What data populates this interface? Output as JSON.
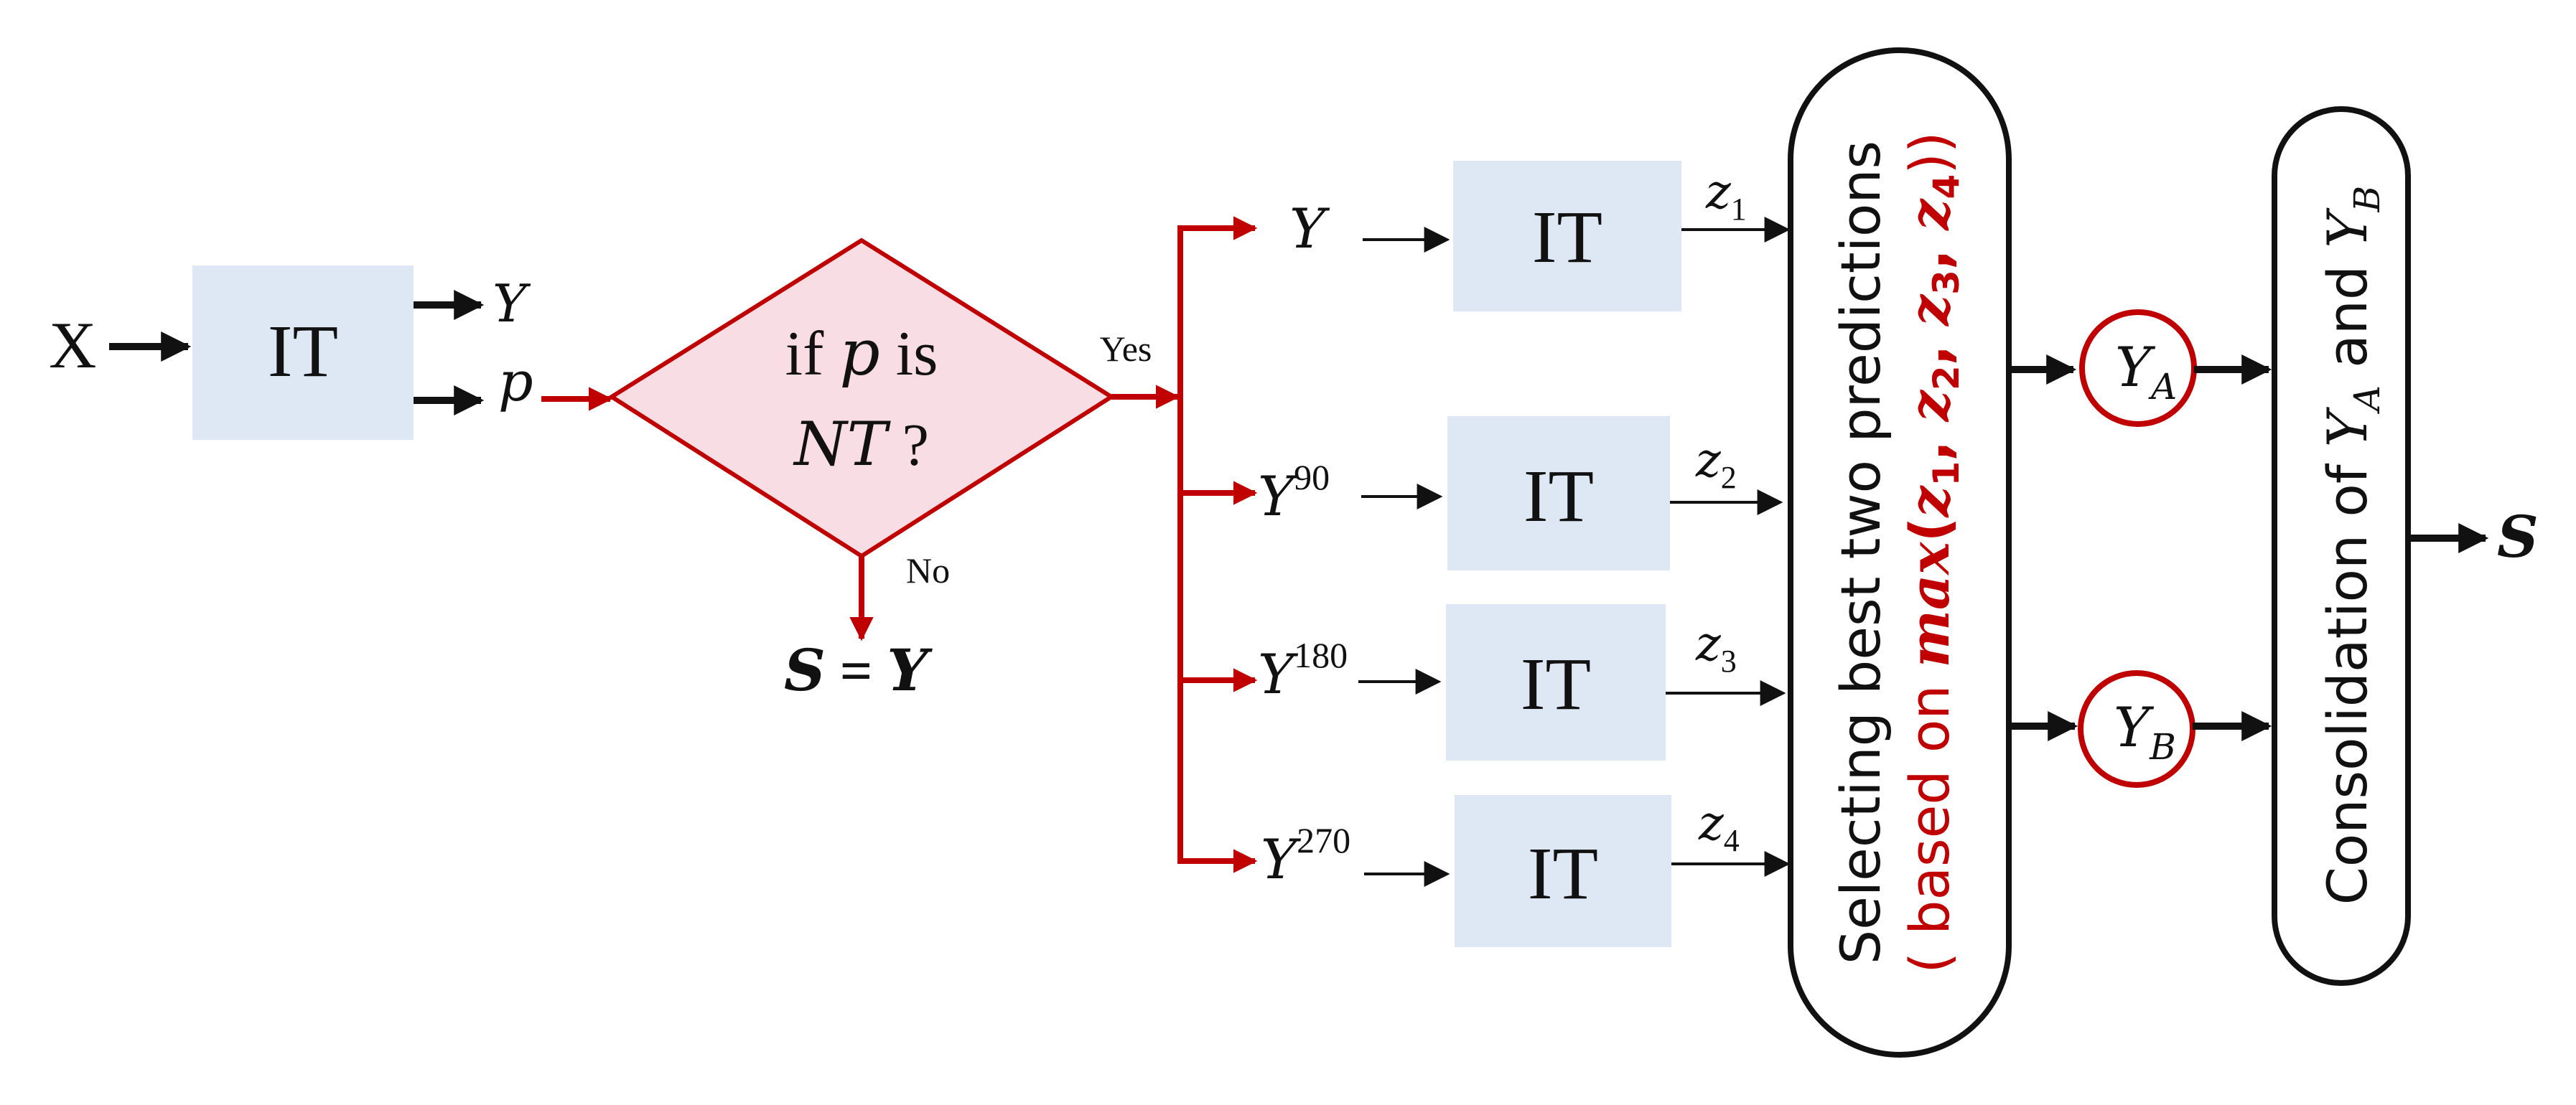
{
  "input": {
    "label": "X"
  },
  "first_block": {
    "label": "IT"
  },
  "outputs": {
    "y": "Y",
    "p": "p"
  },
  "decision": {
    "line1_pre": "if ",
    "line1_var": "p",
    "line1_post": " is",
    "line2_var": "NT",
    "line2_post": " ?",
    "yes": "Yes",
    "no": "No"
  },
  "no_result": {
    "lhs": "S",
    "eq": " = ",
    "rhs": "Y"
  },
  "branches": [
    {
      "var": "Y",
      "sup": "",
      "block": "IT",
      "score": "z",
      "score_sub": "1"
    },
    {
      "var": "Y",
      "sup": "90",
      "block": "IT",
      "score": "z",
      "score_sub": "2"
    },
    {
      "var": "Y",
      "sup": "180",
      "block": "IT",
      "score": "z",
      "score_sub": "3"
    },
    {
      "var": "Y",
      "sup": "270",
      "block": "IT",
      "score": "z",
      "score_sub": "4"
    }
  ],
  "selector": {
    "line1": "Selecting best two predictions",
    "line2_pre": "( based on ",
    "line2_max": "max",
    "line2_args": [
      "z",
      "1",
      "z",
      "2",
      "z",
      "3",
      "z",
      "4"
    ],
    "line2_post": "))"
  },
  "selected": [
    {
      "var": "Y",
      "sub": "A"
    },
    {
      "var": "Y",
      "sub": "B"
    }
  ],
  "consolidation": {
    "pre": "Consolidation of ",
    "a_var": "Y",
    "a_sub": "A",
    "mid": " and ",
    "b_var": "Y",
    "b_sub": "B"
  },
  "output": {
    "label": "S"
  },
  "colors": {
    "block_fill": "#dde8f4",
    "diamond_fill": "#f9dde4",
    "accent": "#c00000",
    "stroke": "#111111"
  }
}
